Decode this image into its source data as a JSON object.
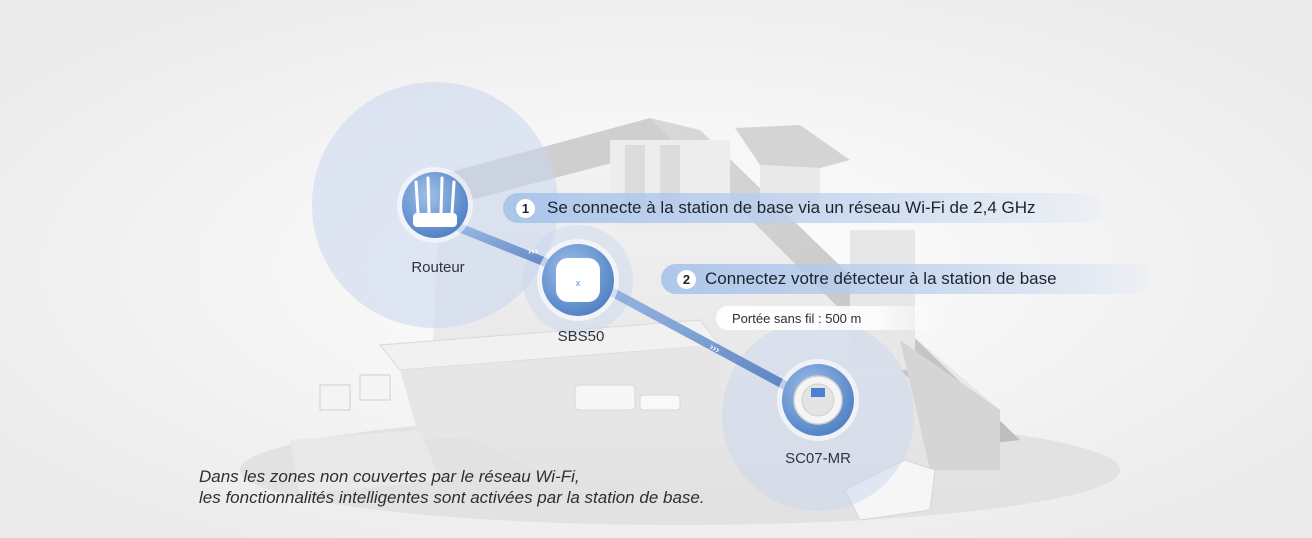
{
  "devices": {
    "router": {
      "label": "Routeur",
      "icon": "router-icon"
    },
    "base_station": {
      "label": "SBS50",
      "icon": "base-station-icon"
    },
    "detector": {
      "label": "SC07-MR",
      "icon": "smoke-detector-icon"
    }
  },
  "steps": [
    {
      "number": "1",
      "text": "Se connecte à la station de base via un réseau Wi-Fi de 2,4 GHz"
    },
    {
      "number": "2",
      "text": "Connectez votre détecteur à la station de base"
    }
  ],
  "range_badge": "Portée sans fil : 500 m",
  "footer": {
    "line1": "Dans les zones non couvertes par le réseau Wi-Fi,",
    "line2": "les fonctionnalités intelligentes sont activées par la station de base."
  },
  "colors": {
    "coverage_circle": "#c9d6ee",
    "link_line": "#5d8bd0",
    "pill_blue": "#c3d5ee",
    "device_badge": "#6d9bd6"
  }
}
